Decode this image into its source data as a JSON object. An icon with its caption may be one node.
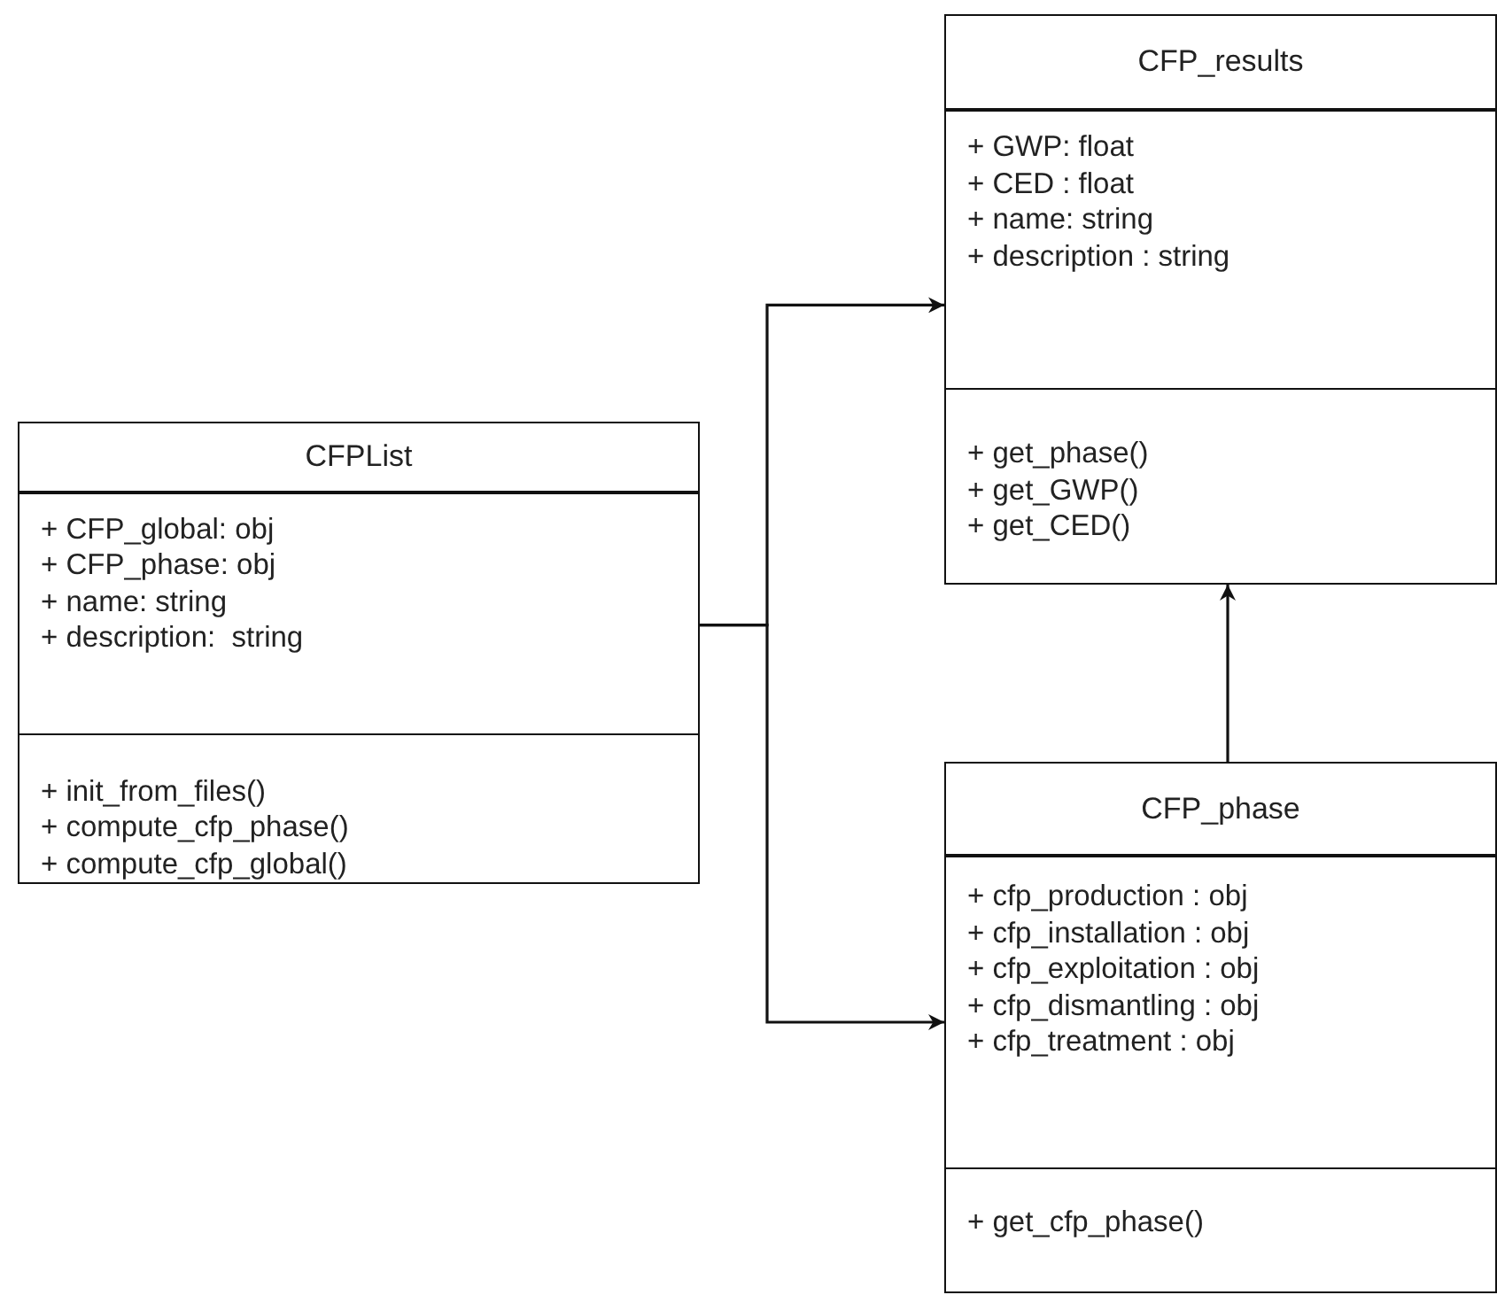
{
  "diagram": {
    "nodes": [
      {
        "text": [
          "CFPList"
        ]
      },
      {
        "text": [
          "+ CFP_global: obj",
          "+ CFP_phase: obj",
          "+ name: string",
          "+ description:  string"
        ],
        "in": 0
      },
      {
        "text": [
          "+ init_from_files()",
          "+ compute_cfp_phase()",
          "+ compute_cfp_global()"
        ],
        "in": 0
      },
      {
        "text": [
          "CFP_results"
        ]
      },
      {
        "text": [
          "+ GWP: float",
          "+ CED : float",
          "+ name: string",
          "+ description : string"
        ],
        "in": 3
      },
      {
        "text": [
          "+ get_phase()",
          "+ get_GWP()",
          "+ get_CED()"
        ],
        "in": 3
      },
      {
        "text": [
          "CFP_phase"
        ]
      },
      {
        "text": [
          "+ cfp_production : obj",
          "+ cfp_installation : obj",
          "+ cfp_exploitation : obj",
          "+ cfp_dismantling : obj",
          "+ cfp_treatment : obj"
        ],
        "in": 6
      },
      {
        "text": [
          "+ get_cfp_phase()"
        ],
        "in": 6
      }
    ],
    "edges": [
      {
        "from": 0,
        "to": 3,
        "arrow": "to"
      },
      {
        "from": 0,
        "to": 6,
        "arrow": "to"
      },
      {
        "from": 6,
        "to": 3,
        "arrow": "to"
      }
    ]
  }
}
